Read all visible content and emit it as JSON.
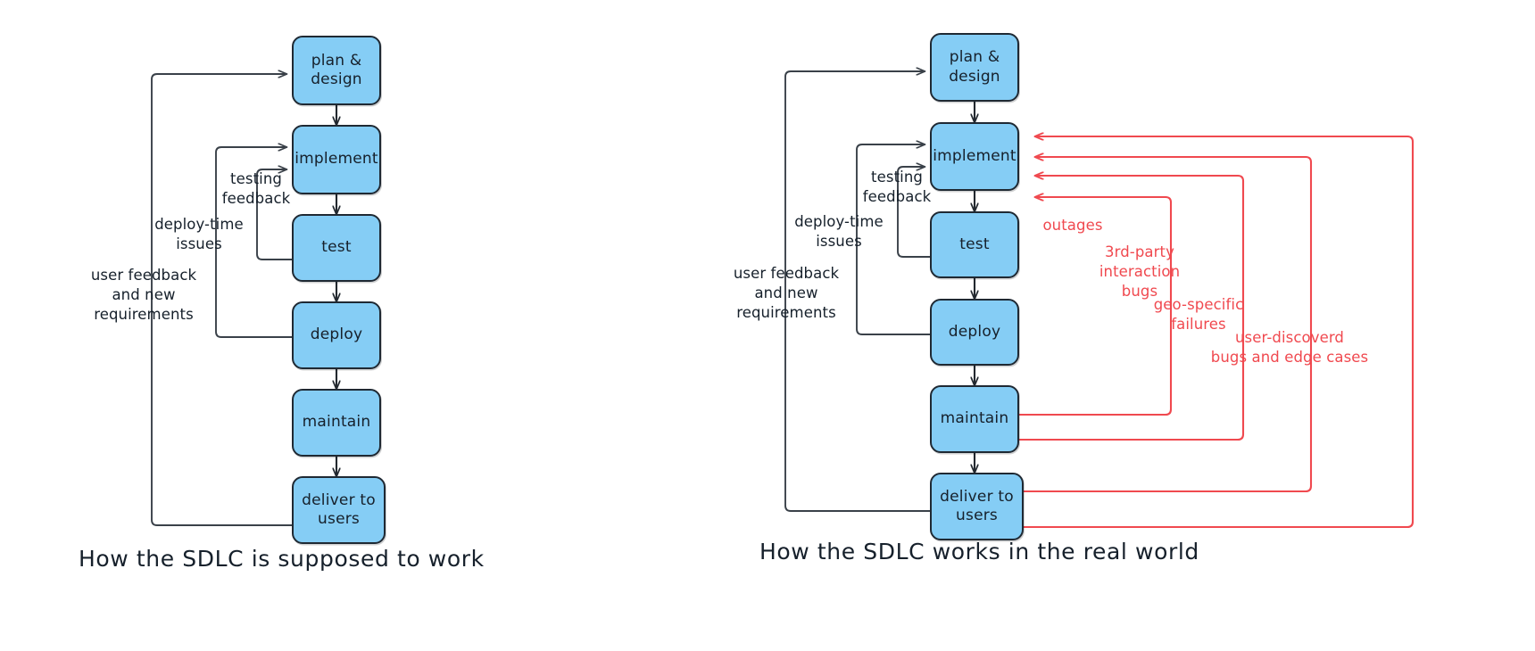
{
  "figure": {
    "title_left": "How the SDLC is supposed to work",
    "title_right": "How the SDLC works in the real world",
    "node_fill": "#85cdf5",
    "node_stroke": "#1f2933",
    "ideal_edge_color": "#3a4149",
    "real_world_edge_color": "#f0494f"
  },
  "left_panel": {
    "caption": "How the SDLC is supposed to work",
    "nodes": [
      {
        "id": "plan",
        "label": "plan &\ndesign"
      },
      {
        "id": "implement",
        "label": "implement"
      },
      {
        "id": "test",
        "label": "test"
      },
      {
        "id": "deploy",
        "label": "deploy"
      },
      {
        "id": "maintain",
        "label": "maintain"
      },
      {
        "id": "deliver",
        "label": "deliver to\nusers"
      }
    ],
    "feedback_labels": [
      {
        "id": "testing-feedback",
        "text": "testing\nfeedback",
        "from": "test",
        "to": "implement"
      },
      {
        "id": "deploy-time-issues",
        "text": "deploy-time\nissues",
        "from": "deploy",
        "to": "implement"
      },
      {
        "id": "user-feedback",
        "text": "user feedback\nand new\nrequirements",
        "from": "deliver",
        "to": "plan"
      }
    ]
  },
  "right_panel": {
    "caption": "How the SDLC works in the real world",
    "nodes": [
      {
        "id": "plan",
        "label": "plan &\ndesign"
      },
      {
        "id": "implement",
        "label": "implement"
      },
      {
        "id": "test",
        "label": "test"
      },
      {
        "id": "deploy",
        "label": "deploy"
      },
      {
        "id": "maintain",
        "label": "maintain"
      },
      {
        "id": "deliver",
        "label": "deliver to\nusers"
      }
    ],
    "feedback_labels": [
      {
        "id": "testing-feedback",
        "text": "testing\nfeedback",
        "from": "test",
        "to": "implement"
      },
      {
        "id": "deploy-time-issues",
        "text": "deploy-time\nissues",
        "from": "deploy",
        "to": "implement"
      },
      {
        "id": "user-feedback",
        "text": "user feedback\nand new\nrequirements",
        "from": "deliver",
        "to": "plan"
      }
    ],
    "problem_labels": [
      {
        "id": "outages",
        "text": "outages",
        "from": "maintain",
        "to": "implement",
        "color": "#f0494f"
      },
      {
        "id": "third-party-interaction-bugs",
        "text": "3rd-party\ninteraction\nbugs",
        "from": "maintain",
        "to": "implement",
        "color": "#f0494f"
      },
      {
        "id": "geo-specific-failures",
        "text": "geo-specific\nfailures",
        "from": "deliver",
        "to": "implement",
        "color": "#f0494f"
      },
      {
        "id": "user-discovered-bugs",
        "text": "user-discoverd\nbugs and edge cases",
        "from": "deliver",
        "to": "implement",
        "color": "#f0494f"
      }
    ]
  }
}
